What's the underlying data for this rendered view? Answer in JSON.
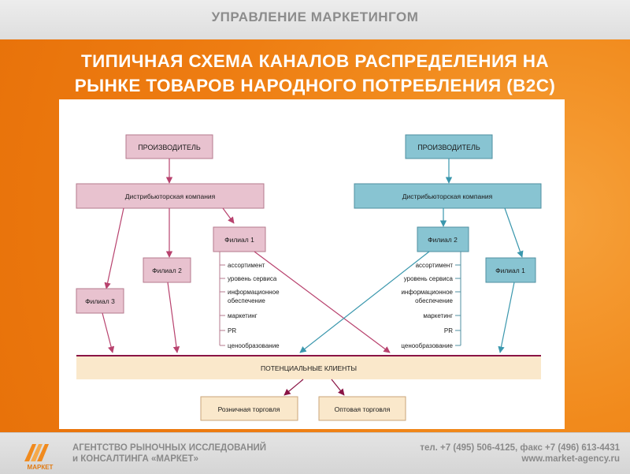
{
  "header": {
    "title": "УПРАВЛЕНИЕ МАРКЕТИНГОМ"
  },
  "slide": {
    "title_line1": "ТИПИЧНАЯ СХЕМА КАНАЛОВ РАСПРЕДЕЛЕНИЯ  НА",
    "title_line2": "РЫНКЕ ТОВАРОВ НАРОДНОГО ПОТРЕБЛЕНИЯ (B2C)"
  },
  "diagram": {
    "left": {
      "producer": "ПРОИЗВОДИТЕЛЬ",
      "distributor": "Дистрибьюторская компания",
      "branch1": "Филиал 1",
      "branch2": "Филиал 2",
      "branch3": "Филиал 3",
      "functions": [
        "ассортимент",
        "уровень сервиса",
        "информационное",
        "обеспечение",
        "маркетинг",
        "PR",
        "ценообразование"
      ]
    },
    "right": {
      "producer": "ПРОИЗВОДИТЕЛЬ",
      "distributor": "Дистрибьюторская компания",
      "branch2": "Филиал 2",
      "branch1": "Филиал 1",
      "functions": [
        "ассортимент",
        "уровень сервиса",
        "информационное",
        "обеспечение",
        "маркетинг",
        "PR",
        "ценообразование"
      ]
    },
    "clients": "ПОТЕНЦИАЛЬНЫЕ КЛИЕНТЫ",
    "retail": "Розничная торговля",
    "wholesale": "Оптовая торговля",
    "colors": {
      "pink": "#e8c2cf",
      "pink_border": "#b57a8e",
      "pink_line": "#b8426e",
      "blue": "#88c4d2",
      "blue_border": "#4f8fa0",
      "blue_line": "#3a97ad",
      "beige": "#fae8cb",
      "beige_border": "#c9a57a",
      "clients_line": "#8a1445"
    }
  },
  "footer": {
    "logo_text": "МАРКЕТ",
    "agency_line1": "АГЕНТСТВО РЫНОЧНЫХ ИССЛЕДОВАНИЙ",
    "agency_line2": "и КОНСАЛТИНГА «МАРКЕТ»",
    "phone": "тел. +7 (495) 506-4125, факс +7 (496) 613-4431",
    "website": "www.market-agency.ru"
  }
}
